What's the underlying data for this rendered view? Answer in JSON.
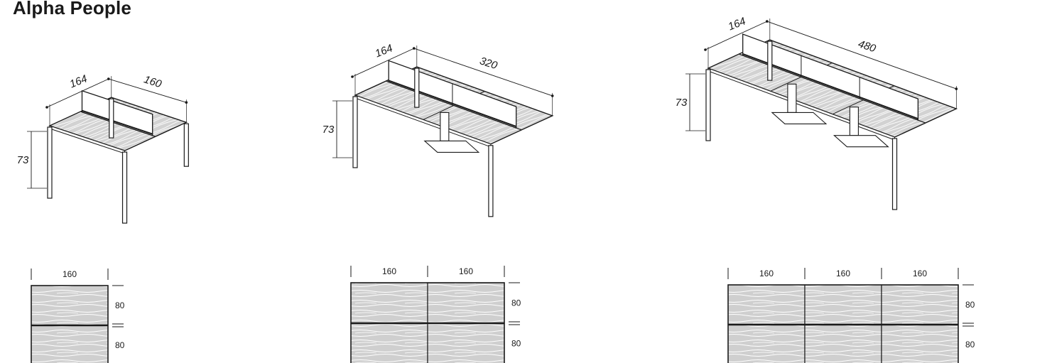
{
  "title": "Alpha People",
  "colors": {
    "line": "#1a1a1a",
    "wood_fill": "#cfcfcf",
    "grain": "#ffffff",
    "background": "#ffffff"
  },
  "desks": [
    {
      "modules": 1,
      "depth_label": "164",
      "length_label": "160",
      "height_label": "73",
      "plan": {
        "width_labels": [
          "160"
        ],
        "depth_labels": [
          "80",
          "80"
        ]
      }
    },
    {
      "modules": 2,
      "depth_label": "164",
      "length_label": "320",
      "height_label": "73",
      "plan": {
        "width_labels": [
          "160",
          "160"
        ],
        "depth_labels": [
          "80",
          "80"
        ]
      }
    },
    {
      "modules": 3,
      "depth_label": "164",
      "length_label": "480",
      "height_label": "73",
      "plan": {
        "width_labels": [
          "160",
          "160",
          "160"
        ],
        "depth_labels": [
          "80",
          "80"
        ]
      }
    }
  ]
}
